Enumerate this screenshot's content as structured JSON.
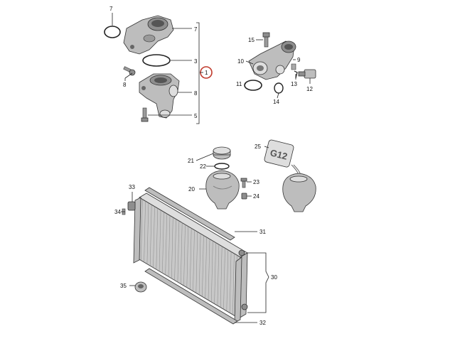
{
  "callouts": {
    "c7_top": "7",
    "c7_br": "7",
    "c3": "3",
    "c1": "1",
    "c8_left": "8",
    "c8_br": "8",
    "c5": "5",
    "c15": "15",
    "c10": "10",
    "c11": "11",
    "c9": "9",
    "c13": "13",
    "c12": "12",
    "c14": "14",
    "c25": "25",
    "c21": "21",
    "c22": "22",
    "c20": "20",
    "c23": "23",
    "c24": "24",
    "c33": "33",
    "c34": "34",
    "c31": "31",
    "c30": "30",
    "c35": "35",
    "c32": "32"
  },
  "tank_cap_text": "G12",
  "colors": {
    "highlight_circle": "#c0392b",
    "line": "#222222",
    "part_shade": "#bdbdbd"
  }
}
